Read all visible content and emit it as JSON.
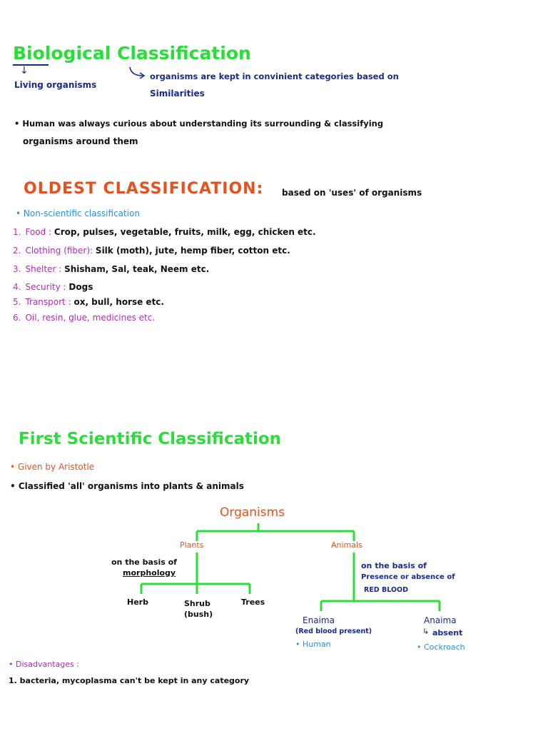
{
  "section1": {
    "title": "Biological Classification",
    "left_label": "Living organisms",
    "right_label_line1": "organisms are kept in convinient categories based on",
    "right_label_line2": "Similarities",
    "bullet_line1": "• Human was always curious about understanding its surrounding & classifying",
    "bullet_line2": "organisms around them"
  },
  "section2": {
    "title": "OLDEST CLASSIFICATION:",
    "subtitle": "based on 'uses' of organisms",
    "bullet": "• Non-scientific classification",
    "items": [
      {
        "num": "1.",
        "label": "Food :",
        "value": "Crop, pulses, vegetable, fruits, milk, egg, chicken etc."
      },
      {
        "num": "2.",
        "label": "Clothing (fiber):",
        "value": "Silk (moth), jute, hemp fiber, cotton etc."
      },
      {
        "num": "3.",
        "label": "Shelter :",
        "value": "Shisham, Sal, teak, Neem etc."
      },
      {
        "num": "4.",
        "label": "Security :",
        "value": "Dogs"
      },
      {
        "num": "5.",
        "label": "Transport :",
        "value": "ox, bull, horse etc."
      },
      {
        "num": "6.",
        "label": "Oil, resin, glue, medicines etc.",
        "value": ""
      }
    ]
  },
  "section3": {
    "title": "First Scientific Classification",
    "bullet1": "• Given by Aristotle",
    "bullet2": "• Classified 'all' organisms into plants & animals",
    "tree": {
      "root": "Organisms",
      "plants": "Plants",
      "animals": "Animals",
      "plants_basis_line1": "on the basis of",
      "plants_basis_line2": "morphology",
      "herb": "Herb",
      "shrub_line1": "Shrub",
      "shrub_line2": "(bush)",
      "trees": "Trees",
      "animals_basis_line1": "on the basis of",
      "animals_basis_line2": "Presence or absence of",
      "animals_basis_line3": "RED BLOOD",
      "enaima": "Enaima",
      "enaima_note": "(Red blood present)",
      "enaima_example": "• Human",
      "anaima": "Anaima",
      "anaima_note": "absent",
      "anaima_example": "• Cockroach"
    },
    "disadvantages_title": "• Disadvantages :",
    "disadvantage_1": "1. bacteria, mycoplasma can't be kept in any category"
  },
  "colors": {
    "green_title": "#2bdc3a",
    "red_title": "#e8501c",
    "navy": "#1a2a8c",
    "purple": "#b02ab8",
    "blue": "#2a8ee0",
    "tree_lines": "#2bdc3a"
  }
}
